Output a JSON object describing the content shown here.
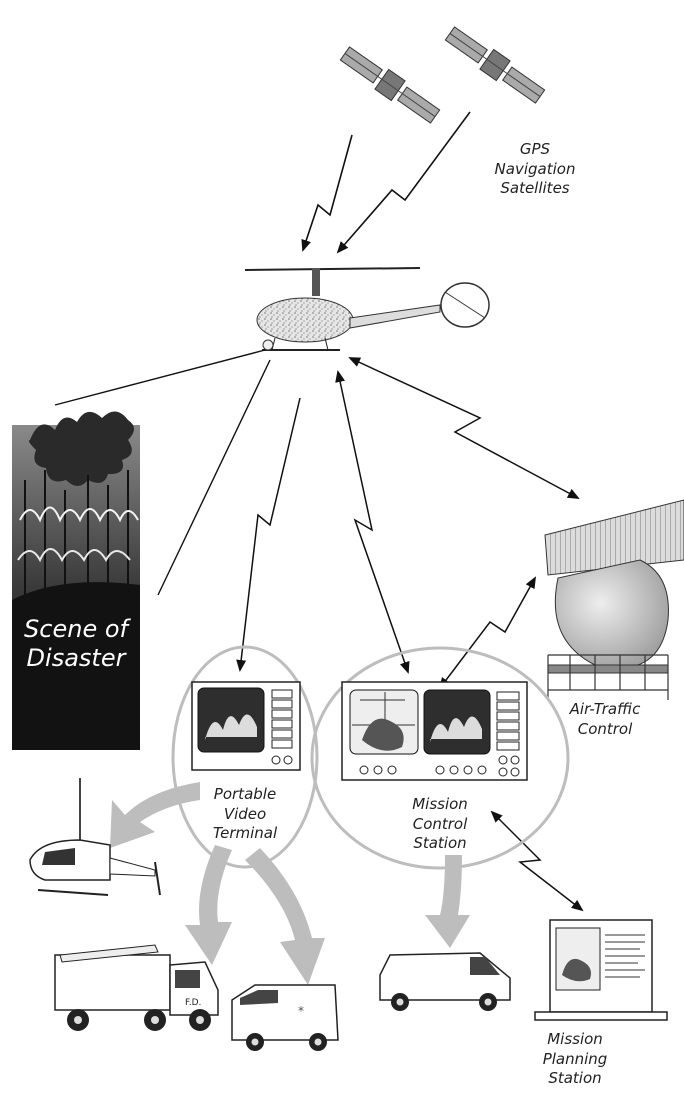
{
  "labels": {
    "gps": [
      "GPS",
      "Navigation",
      "Satellites"
    ],
    "disaster": [
      "Scene of",
      "Disaster"
    ],
    "portable_video_terminal": [
      "Portable",
      "Video",
      "Terminal"
    ],
    "mission_control_station": [
      "Mission",
      "Control",
      "Station"
    ],
    "air_traffic_control": [
      "Air-Traffic",
      "Control"
    ],
    "mission_planning_station": [
      "Mission",
      "Planning",
      "Station"
    ]
  },
  "icons": {
    "satellites": "satellite-icon",
    "uav": "helicopter-uav-icon",
    "radar": "radar-antenna-icon",
    "fire": "forest-fire-icon",
    "ground_vehicles": [
      "helicopter-icon",
      "fire-truck-icon",
      "van-icon",
      "van-icon"
    ],
    "laptop": "laptop-icon"
  },
  "colors": {
    "line": "#111111",
    "flow_arrow": "#bdbdbd",
    "circle": "#bdbdbd",
    "disaster_dark": "#1a1a1a"
  }
}
